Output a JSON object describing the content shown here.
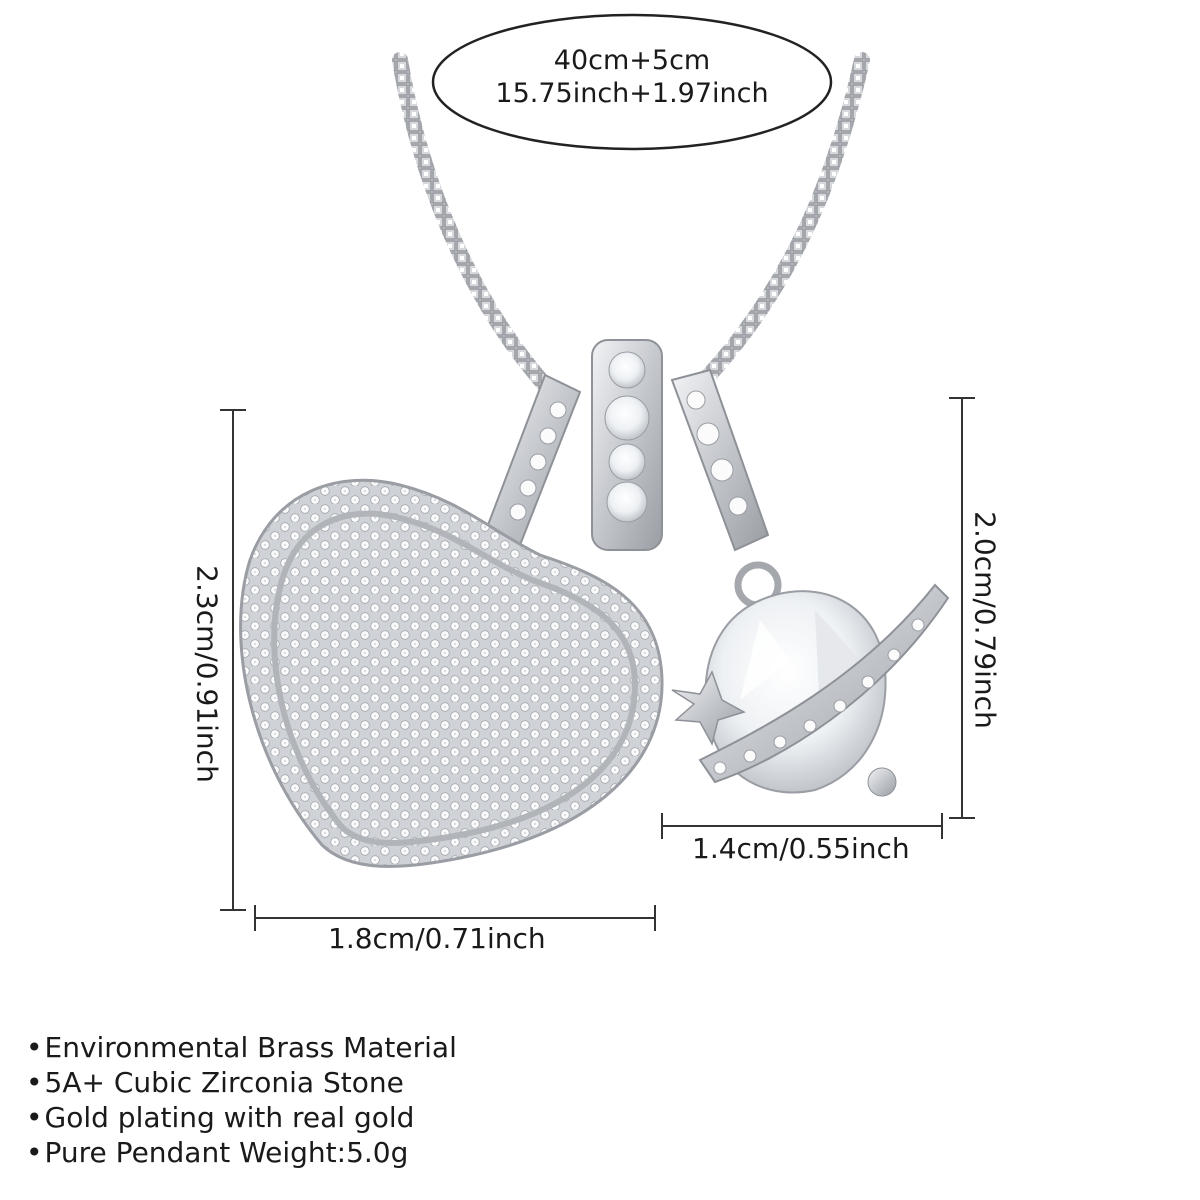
{
  "chain_length": {
    "line1": "40cm+5cm",
    "line2": "15.75inch+1.97inch"
  },
  "dimensions": {
    "heart_height": "2.3cm/0.91inch",
    "heart_width": "1.8cm/0.71inch",
    "planet_height": "2.0cm/0.79inch",
    "planet_width": "1.4cm/0.55inch"
  },
  "features": [
    "Environmental Brass Material",
    "5A+ Cubic Zirconia Stone",
    "Gold plating with real gold",
    "Pure Pendant Weight:5.0g"
  ],
  "bullet": "•",
  "colors": {
    "metal": "#c9ccd1",
    "metal_dark": "#8e9298",
    "stone": "#f4f6f8",
    "line": "#333333"
  }
}
